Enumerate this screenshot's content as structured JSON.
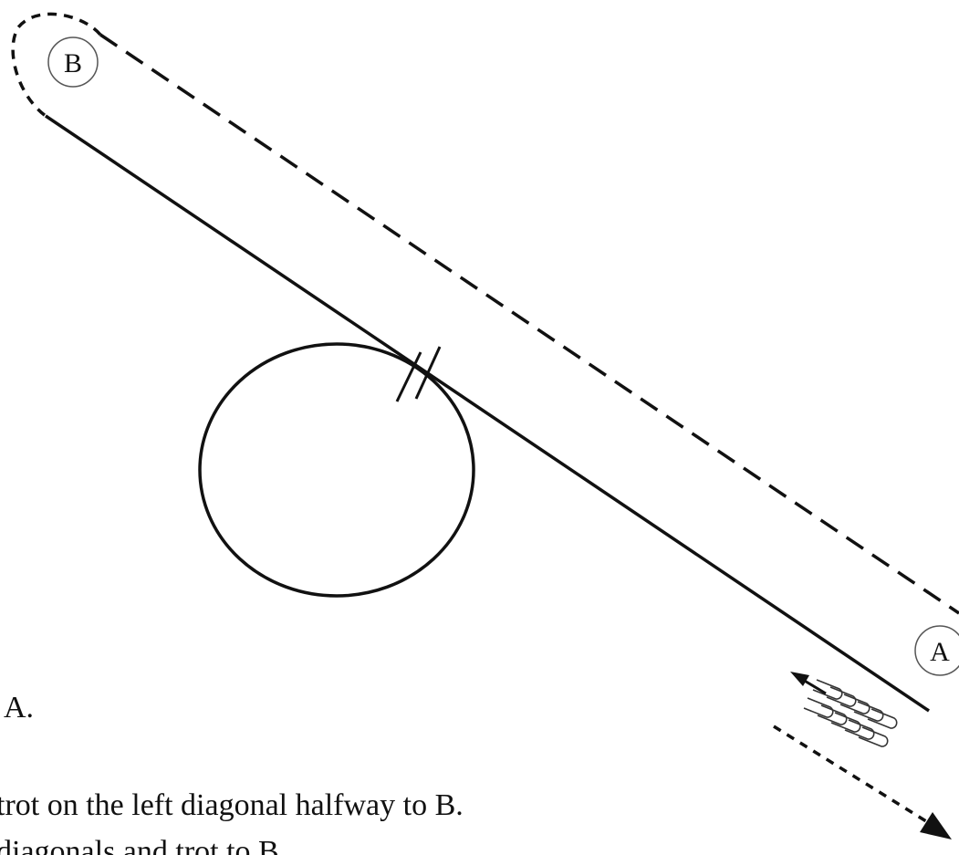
{
  "markers": {
    "b": "B",
    "a": "A"
  },
  "caption": {
    "line1": "A.",
    "line2": "trot on the left diagonal halfway to B.",
    "line3": "diagonals and trot to B."
  },
  "colors": {
    "ink": "#111111",
    "background": "#ffffff"
  },
  "icons": {
    "poles": "ground-poles-icon",
    "arrow": "direction-arrow-icon"
  }
}
